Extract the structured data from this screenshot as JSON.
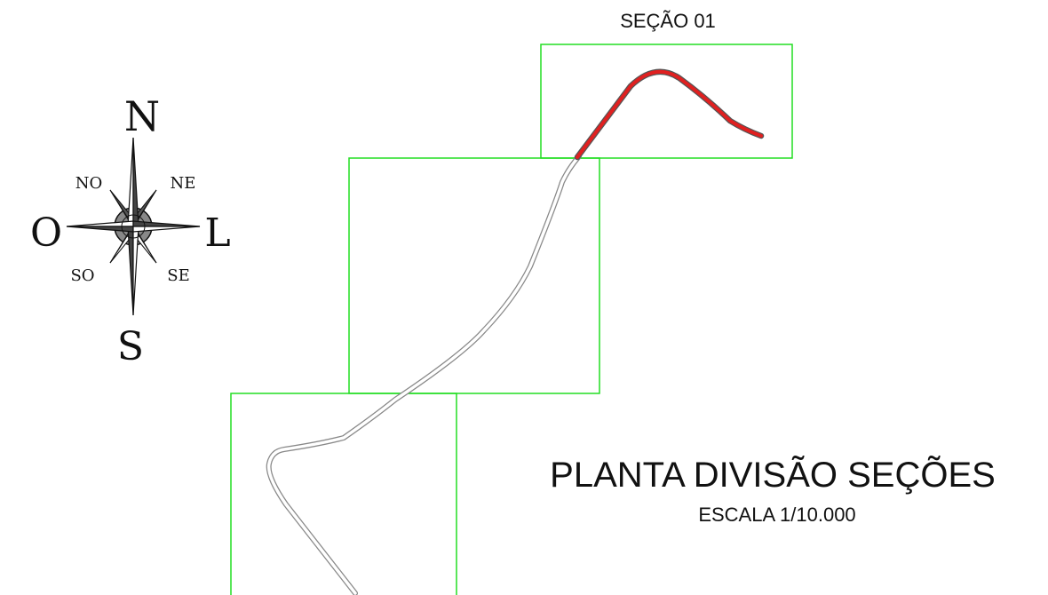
{
  "section_label": "SEÇÃO 01",
  "title": "PLANTA DIVISÃO SEÇÕES",
  "scale": "ESCALA 1/10.000",
  "compass": {
    "north": "N",
    "south": "S",
    "east": "L",
    "west": "O",
    "northeast": "NE",
    "northwest": "NO",
    "southeast": "SE",
    "southwest": "SO"
  },
  "colors": {
    "section_box": "#22dd22",
    "road_outline": "#888888",
    "highlight": "#e02020"
  }
}
